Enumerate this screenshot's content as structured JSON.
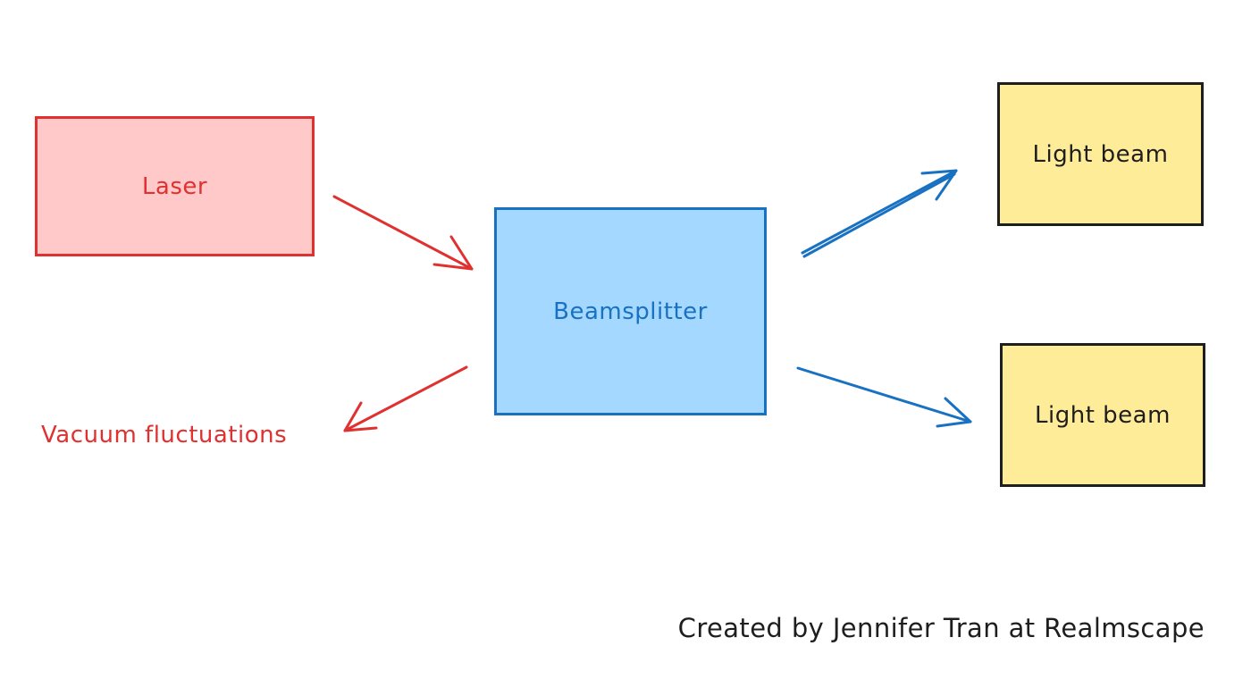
{
  "nodes": {
    "laser": {
      "label": "Laser",
      "fill": "#ffc9c9",
      "stroke": "#e03131",
      "text_color": "#e03131"
    },
    "beamsplitter": {
      "label": "Beamsplitter",
      "fill": "#a5d8ff",
      "stroke": "#1971c2",
      "text_color": "#1971c2"
    },
    "light_beam_1": {
      "label": "Light beam",
      "fill": "#ffec99",
      "stroke": "#1e1e1e",
      "text_color": "#1e1e1e"
    },
    "light_beam_2": {
      "label": "Light beam",
      "fill": "#ffec99",
      "stroke": "#1e1e1e",
      "text_color": "#1e1e1e"
    }
  },
  "vacuum_label": {
    "text": "Vacuum fluctuations",
    "color": "#e03131"
  },
  "edges": [
    {
      "from": "laser",
      "to": "beamsplitter",
      "color": "#e03131"
    },
    {
      "from": "beamsplitter",
      "to": "vacuum_label",
      "color": "#e03131"
    },
    {
      "from": "beamsplitter",
      "to": "light_beam_1",
      "color": "#1971c2"
    },
    {
      "from": "beamsplitter",
      "to": "light_beam_2",
      "color": "#1971c2"
    }
  ],
  "credit": "Created by Jennifer Tran at Realmscape"
}
